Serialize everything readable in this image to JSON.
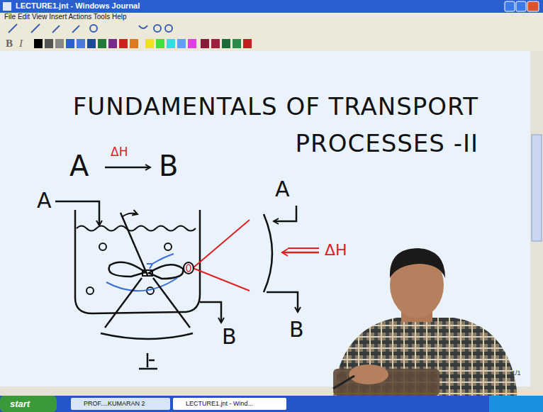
{
  "diagram": {
    "title": "FUNDAMENTALS OF TRANSPORT PROCESSES -II",
    "labels": [
      "LECTURE1.jnt - Windows Journal",
      "File Edit View Insert Actions Tools Help",
      "B",
      "I",
      "A",
      "ΔH",
      "B",
      "A",
      "B",
      "A",
      "ΔH",
      "B",
      "1/1",
      "start",
      "PROF....KUMARAN 2",
      "LECTURE1.jnt - Wind..."
    ]
  }
}
